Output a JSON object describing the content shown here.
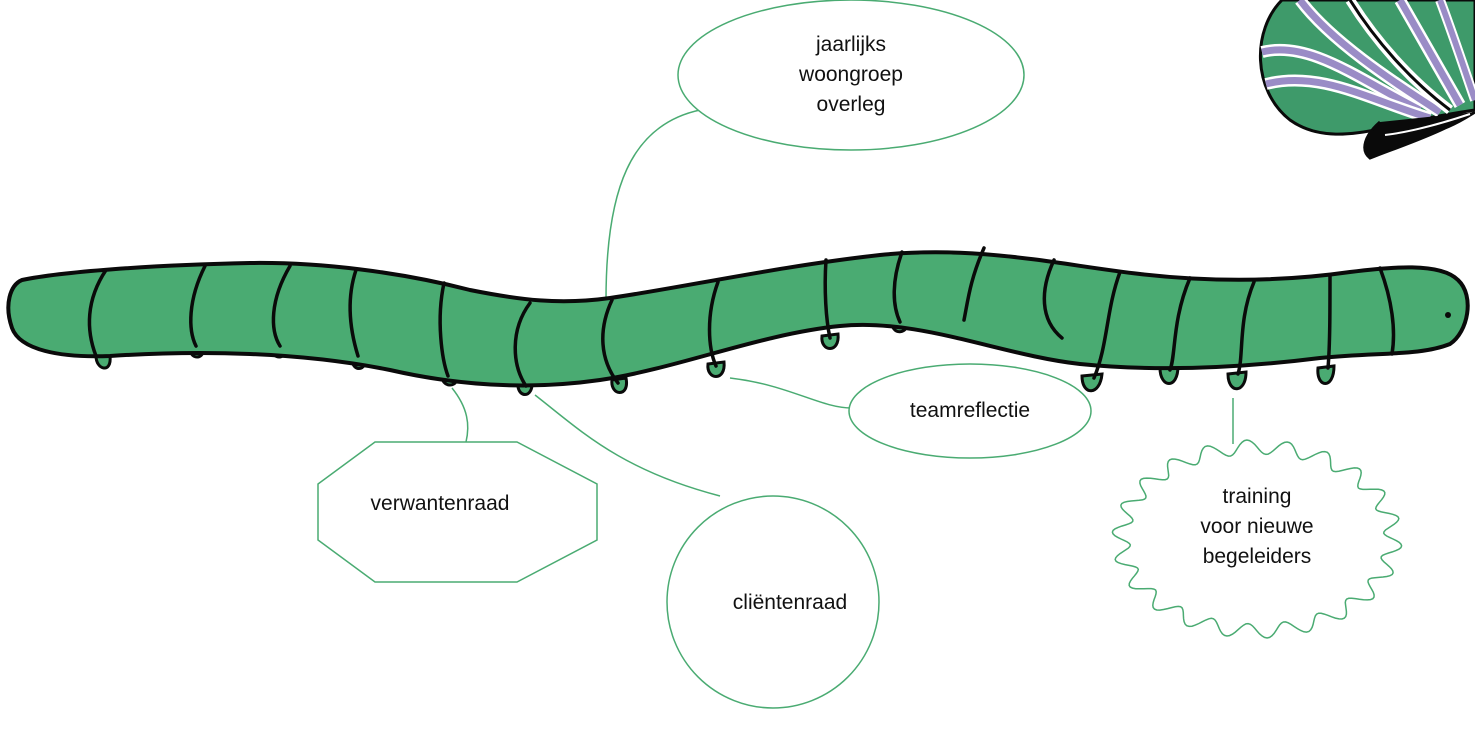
{
  "labels": {
    "jaarlijks": [
      "jaarlijks",
      "woongroep",
      "overleg"
    ],
    "teamreflectie": [
      "teamreflectie"
    ],
    "training": [
      "training",
      "voor nieuwe",
      "begeleiders"
    ],
    "verwantenraad": [
      "verwantenraad"
    ],
    "clientenraad": [
      "cliëntenraad"
    ]
  },
  "colors": {
    "body": "#4aab72",
    "outline": "#0a0a0a",
    "callout": "#4aab72",
    "leaf_green": "#3e9a6a",
    "leaf_purple": "#9a8cc6"
  },
  "icons": {
    "caterpillar": "caterpillar-illustration",
    "leaf": "leaf-illustration"
  }
}
